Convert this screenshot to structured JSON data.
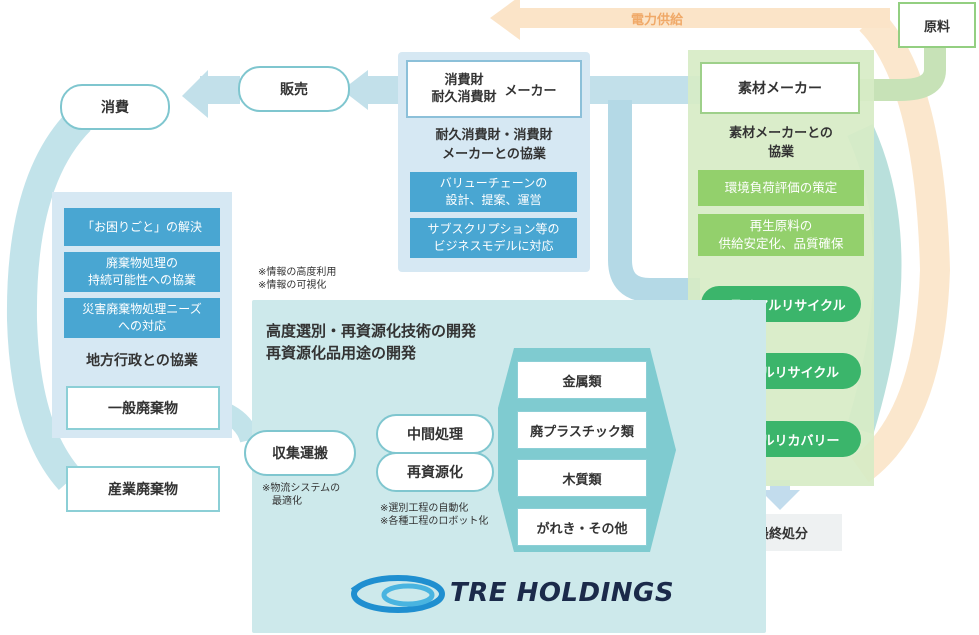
{
  "flow": {
    "power_supply": "電力供給",
    "raw_material": "原料",
    "consumption": "消費",
    "sales": "販売",
    "final_disposal": "最終処分"
  },
  "manufacturer": {
    "title_line1": "消費財",
    "title_line2": "耐久消費財",
    "title_suffix": "メーカー",
    "collab_line1": "耐久消費財・消費財",
    "collab_line2": "メーカーとの協業",
    "items": [
      {
        "line1": "バリューチェーンの",
        "line2": "設計、提案、運営"
      },
      {
        "line1": "サブスクリプション等の",
        "line2": "ビジネスモデルに対応"
      }
    ]
  },
  "material_maker": {
    "title": "素材メーカー",
    "collab_line1": "素材メーカーとの",
    "collab_line2": "協業",
    "items": [
      {
        "line1": "環境負荷評価の策定",
        "line2": ""
      },
      {
        "line1": "再生原料の",
        "line2": "供給安定化、品質確保"
      }
    ],
    "recycles": [
      "マテリアルリサイクル",
      "ケミカルリサイクル",
      "サーマルリカバリー"
    ]
  },
  "local_gov": {
    "items": [
      {
        "line1": "「お困りごと」の解決",
        "line2": ""
      },
      {
        "line1": "廃棄物処理の",
        "line2": "持続可能性への協業"
      },
      {
        "line1": "災害廃棄物処理ニーズ",
        "line2": "への対応"
      }
    ],
    "collab": "地方行政との協業",
    "general_waste": "一般廃棄物"
  },
  "industrial_waste": "産業廃棄物",
  "info_notes": [
    "※情報の高度利用",
    "※情報の可視化"
  ],
  "tre": {
    "heading_line1": "高度選別・再資源化技術の開発",
    "heading_line2": "再資源化品用途の開発",
    "collection": "収集運搬",
    "collection_note_line1": "※物流システムの",
    "collection_note_line2": "最適化",
    "intermediate": "中間処理",
    "recycling": "再資源化",
    "process_notes": [
      "※選別工程の自動化",
      "※各種工程のロボット化"
    ],
    "materials": [
      "金属類",
      "廃プラスチック類",
      "木質類",
      "がれき・その他"
    ],
    "logo_text": "TRE HOLDINGS"
  },
  "colors": {
    "flow_arrow": "#c2e3ea",
    "power_arrow": "#fbe3c6",
    "panel_teal": "#cde9eb",
    "panel_blue": "#d6e8f3",
    "panel_green": "#d7ecc6",
    "blue_box": "#49a6d2",
    "green_button": "#3bb56b",
    "light_green_box": "#93d06c"
  }
}
